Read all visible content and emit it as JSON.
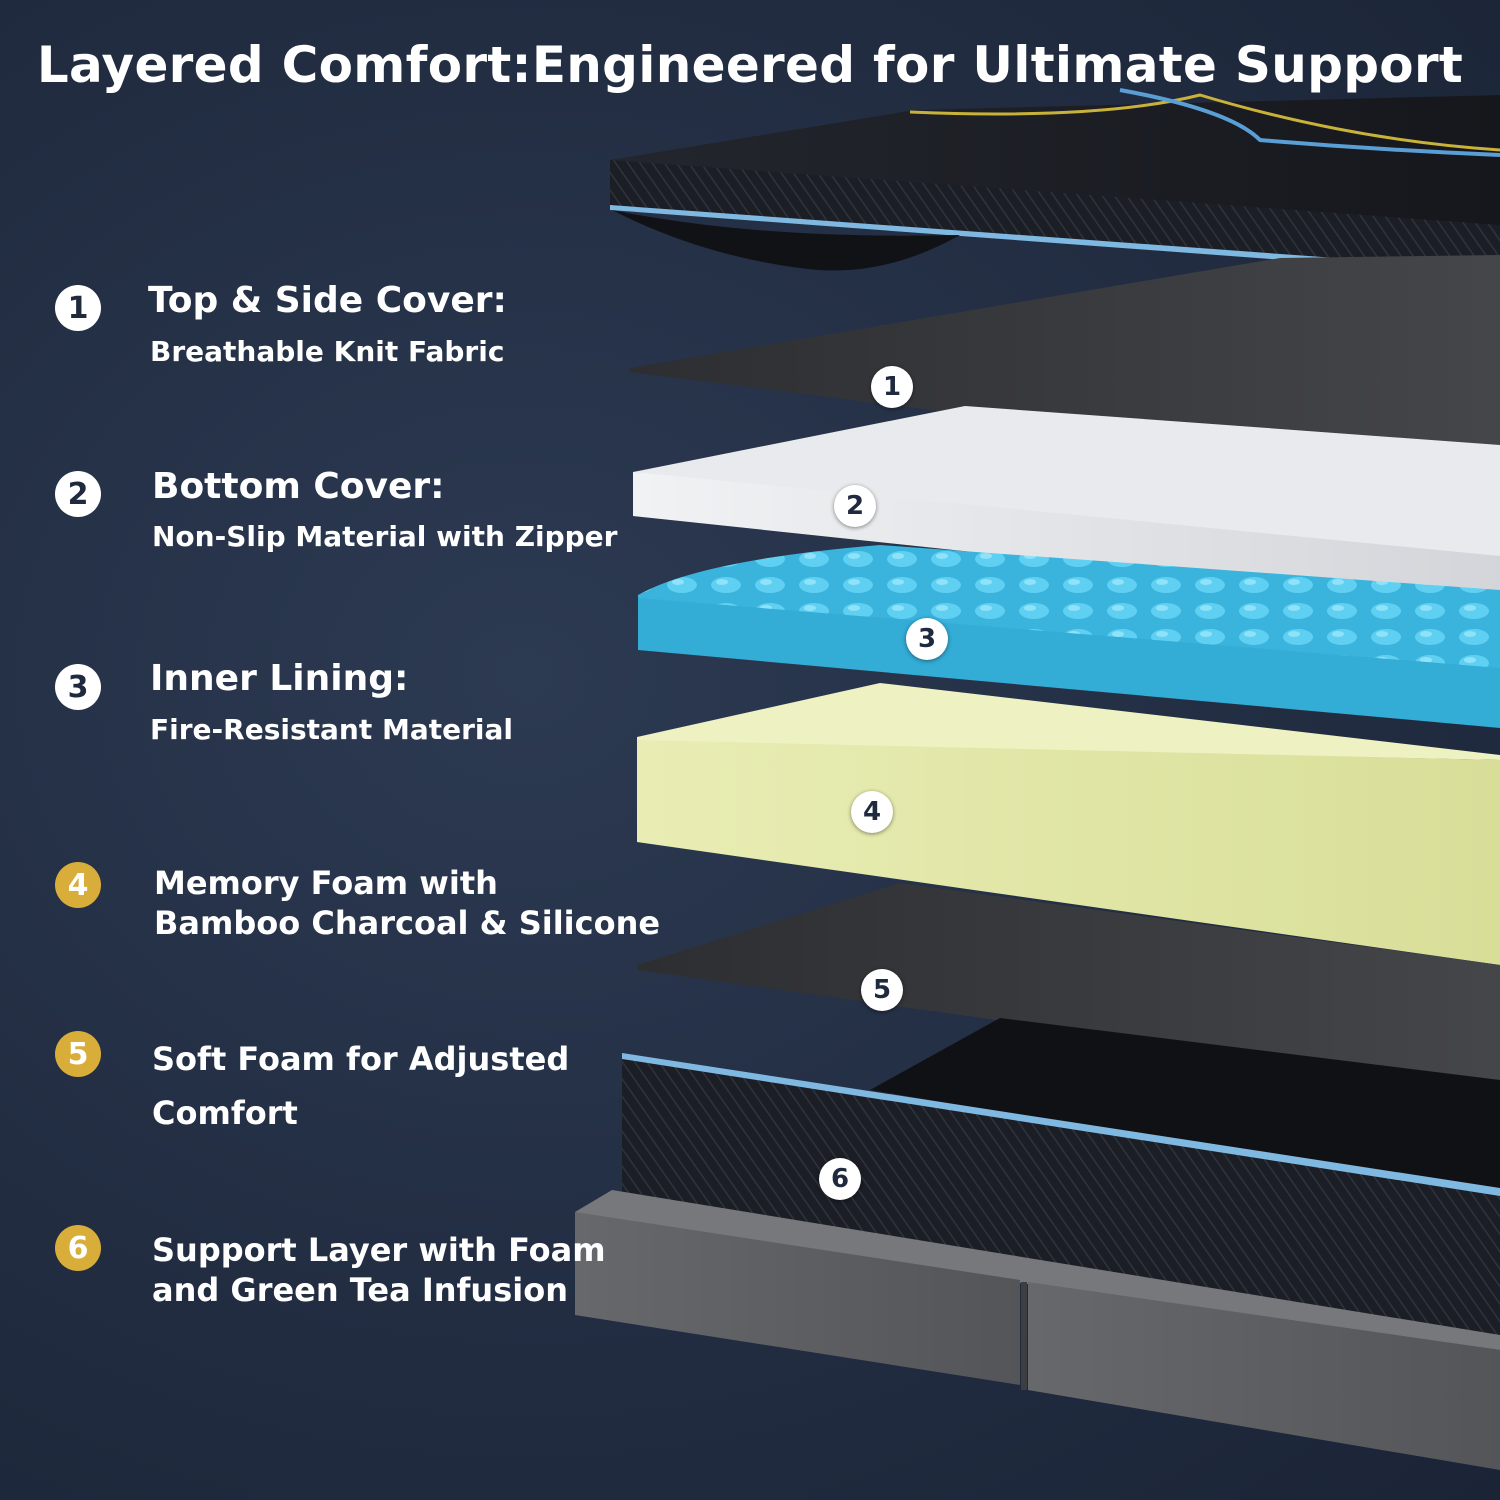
{
  "title": "Layered Comfort:Engineered for Ultimate Support",
  "colors": {
    "background": "#222d42",
    "badge_white": "#ffffff",
    "badge_gold": "#d9ad3a",
    "top_cover": "#1a1d24",
    "cover_trim": "#7fb8e0",
    "bottom_cover": "#3a3b3f",
    "inner_lining": "#e6e7ea",
    "egg_crate_foam": "#35b0da",
    "memory_foam": "#dfe4a4",
    "soft_foam": "#3b3c40",
    "support_layer": "#1c1d21",
    "base": "#5e5f62"
  },
  "legend": [
    {
      "number": "1",
      "title": "Top & Side Cover:",
      "subtitle": "Breathable Knit Fabric"
    },
    {
      "number": "2",
      "title": "Bottom Cover:",
      "subtitle": "Non-Slip Material with Zipper"
    },
    {
      "number": "3",
      "title": "Inner Lining:",
      "subtitle": "Fire-Resistant Material"
    },
    {
      "number": "4",
      "line1": "Memory Foam with",
      "line2": "Bamboo Charcoal & Silicone"
    },
    {
      "number": "5",
      "line1": "Soft Foam for Adjusted",
      "line2": "Comfort"
    },
    {
      "number": "6",
      "line1": "Support Layer with Foam",
      "line2": "and Green Tea Infusion"
    }
  ],
  "markers": [
    "1",
    "2",
    "3",
    "4",
    "5",
    "6"
  ]
}
